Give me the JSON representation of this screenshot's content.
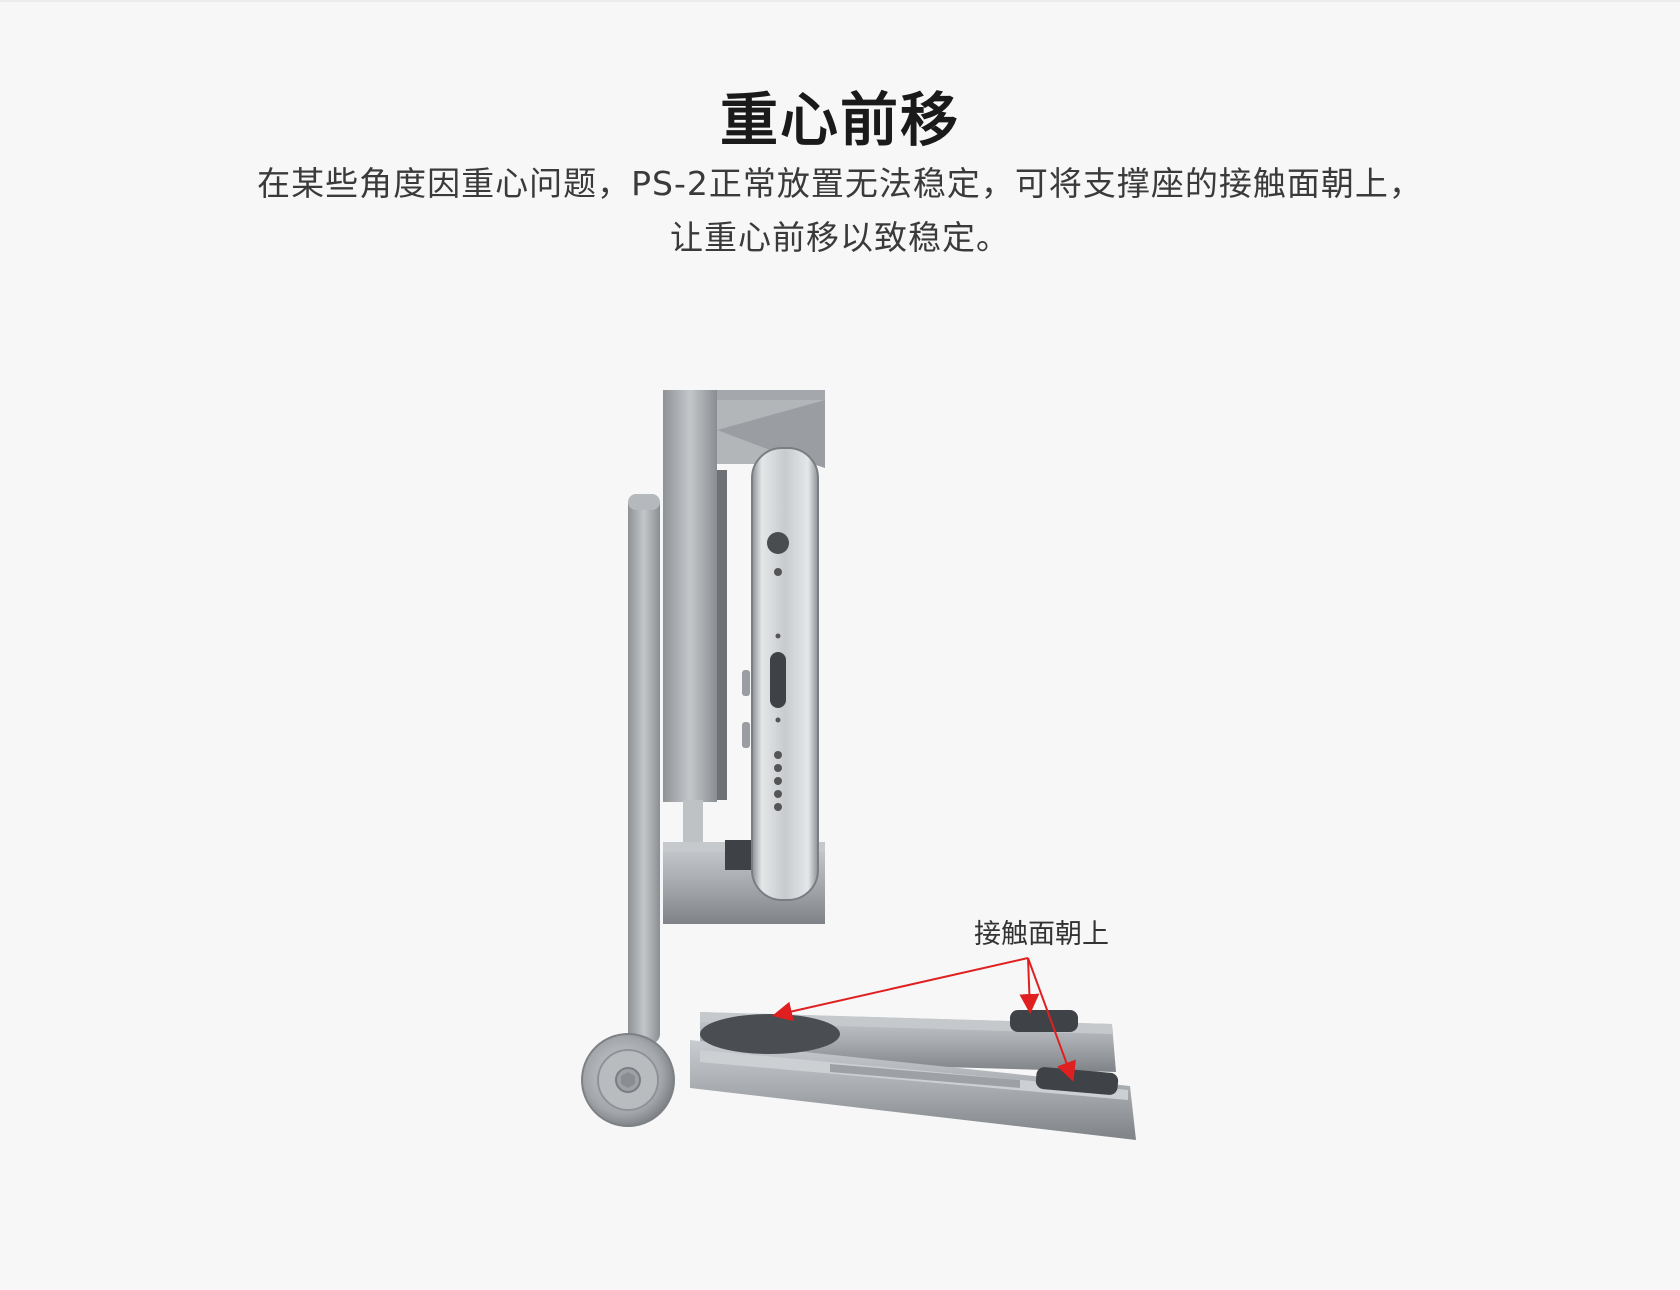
{
  "title": "重心前移",
  "description": {
    "line1": "在某些角度因重心问题，PS-2正常放置无法稳定，可将支撑座的接触面朝上，",
    "line2": "让重心前移以致稳定。"
  },
  "product": {
    "callout_label": "接触面朝上"
  },
  "colors": {
    "background": "#f7f7f7",
    "arrow": "#e02020",
    "metal": "#a8acb0"
  }
}
